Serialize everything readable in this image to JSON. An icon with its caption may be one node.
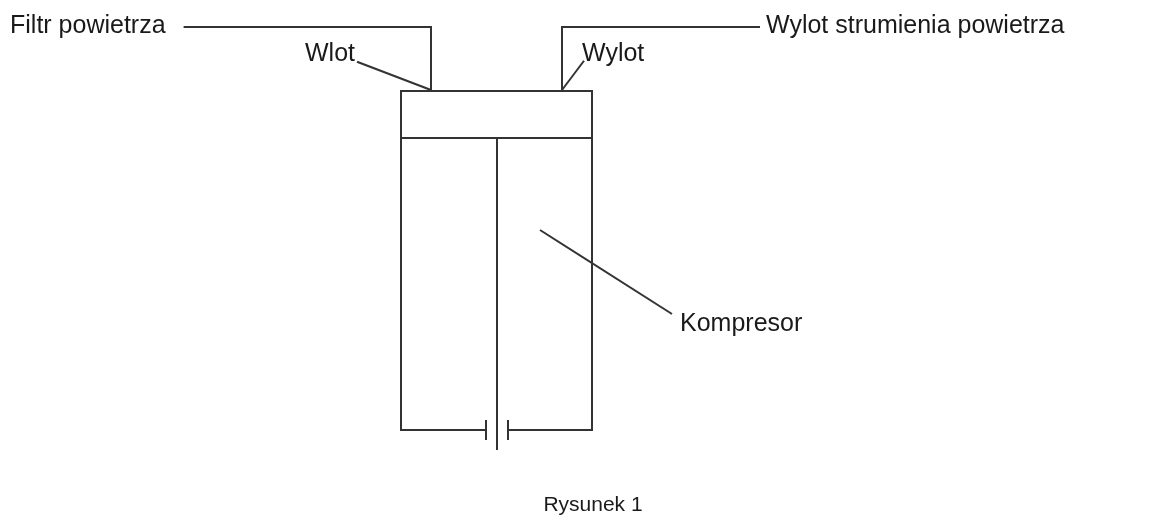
{
  "diagram": {
    "caption": "Rysunek 1",
    "nodes": [
      {
        "text": [
          "Filtr powietrza"
        ]
      },
      {
        "text": [
          "Wlot"
        ]
      },
      {
        "text": [
          "Wylot"
        ]
      },
      {
        "text": [
          "Wylot strumienia powietrza"
        ]
      },
      {
        "text": [
          "Kompresor"
        ]
      },
      {
        "text": [],
        "shape": "box"
      },
      {
        "text": [],
        "shape": "box"
      }
    ],
    "edges": [
      {
        "from": 0,
        "to": 5,
        "arrow": "none"
      },
      {
        "from": 1,
        "to": 5,
        "arrow": "none"
      },
      {
        "from": 2,
        "to": 5,
        "arrow": "none"
      },
      {
        "from": 3,
        "to": 5,
        "arrow": "none"
      },
      {
        "from": 4,
        "to": 6,
        "arrow": "none"
      }
    ]
  }
}
